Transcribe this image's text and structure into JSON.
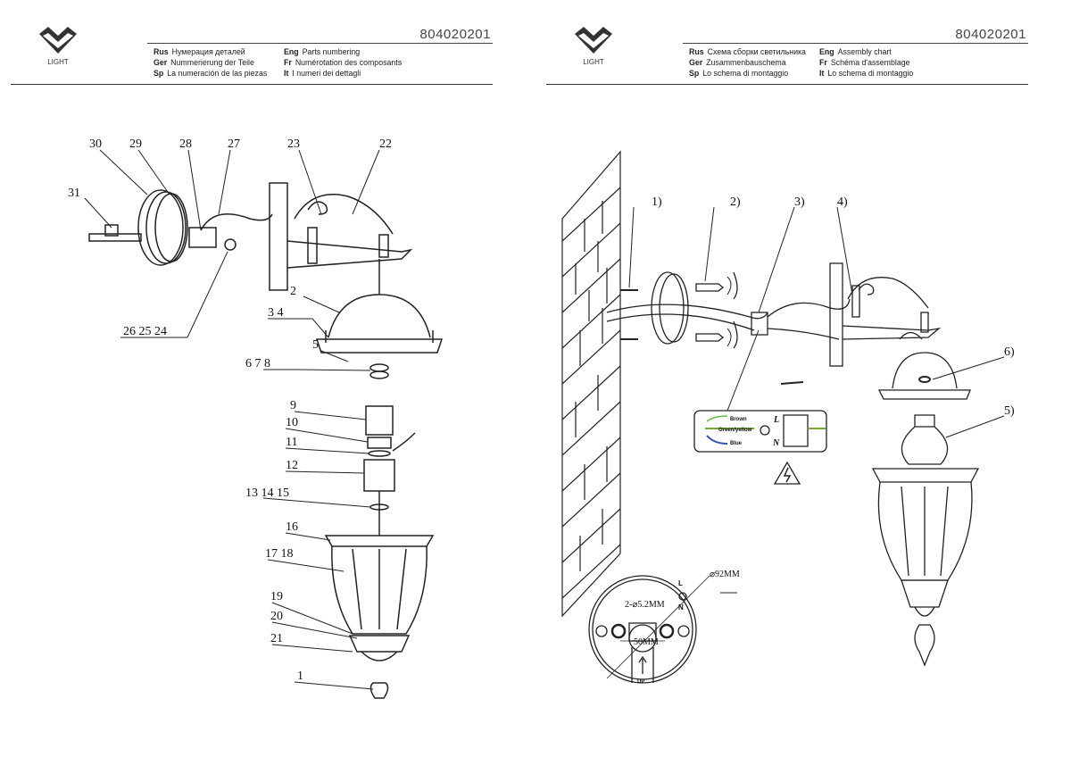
{
  "brand": {
    "logo_text": "LIGHT"
  },
  "left_page": {
    "code": "804020201",
    "titles": [
      {
        "lang": "Rus",
        "text": "Нумерация деталей"
      },
      {
        "lang": "Eng",
        "text": "Parts numbering"
      },
      {
        "lang": "Ger",
        "text": "Nummerierung der Teile"
      },
      {
        "lang": "Fr",
        "text": "Numérotation des composants"
      },
      {
        "lang": "Sp",
        "text": "La numeración de las piezas"
      },
      {
        "lang": "It",
        "text": "I numeri dei dettagli"
      }
    ],
    "part_labels": [
      "30",
      "29",
      "28",
      "27",
      "23",
      "22",
      "31",
      "26 25 24",
      "2",
      "3 4",
      "5",
      "6 7 8",
      "9",
      "10",
      "11",
      "12",
      "13 14 15",
      "16",
      "17 18",
      "19",
      "20",
      "21",
      "1"
    ]
  },
  "right_page": {
    "code": "804020201",
    "titles": [
      {
        "lang": "Rus",
        "text": "Схема сборки светильника"
      },
      {
        "lang": "Eng",
        "text": "Assembly chart"
      },
      {
        "lang": "Ger",
        "text": "Zusammenbauschema"
      },
      {
        "lang": "Fr",
        "text": "Schéma d'assemblage"
      },
      {
        "lang": "Sp",
        "text": "Lo schema di montaggio"
      },
      {
        "lang": "It",
        "text": "Lo schema di montaggio"
      }
    ],
    "step_labels": [
      "1)",
      "2)",
      "3)",
      "4)",
      "6)",
      "5)"
    ],
    "wiring": {
      "brown": "Brown",
      "green_yellow": "Green/yellow",
      "blue": "Blue",
      "l": "L",
      "n": "N"
    },
    "mount_plate": {
      "diameter": "⌀92MM",
      "holes": "2-⌀5.2MM",
      "spacing": "50MM",
      "up": "UP",
      "l": "L",
      "n": "N"
    }
  }
}
